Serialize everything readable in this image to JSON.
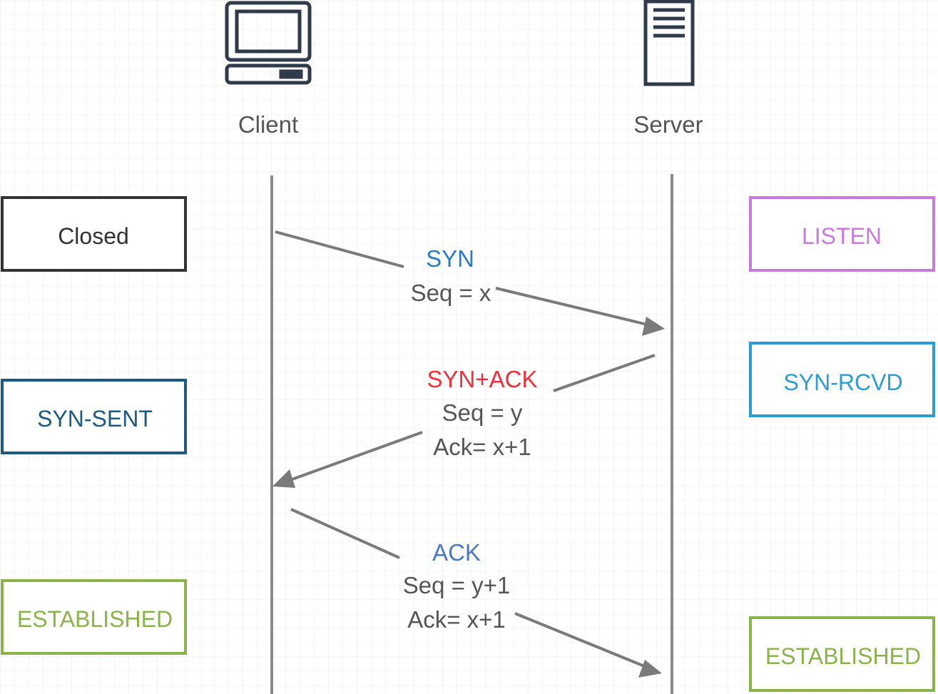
{
  "actors": {
    "client": {
      "label": "Client",
      "icon": "computer-icon"
    },
    "server": {
      "label": "Server",
      "icon": "server-icon"
    }
  },
  "states": {
    "client": [
      {
        "label": "Closed",
        "color": "#333333"
      },
      {
        "label": "SYN-SENT",
        "color": "#1d5a82"
      },
      {
        "label": "ESTABLISHED",
        "color": "#8ab44a"
      }
    ],
    "server": [
      {
        "label": "LISTEN",
        "color": "#c879dc"
      },
      {
        "label": "SYN-RCVD",
        "color": "#2a9ed0"
      },
      {
        "label": "ESTABLISHED",
        "color": "#8ab44a"
      }
    ]
  },
  "messages": [
    {
      "title": "SYN",
      "title_color": "#2a7cc2",
      "lines": [
        "Seq = x"
      ],
      "direction": "client-to-server"
    },
    {
      "title": "SYN+ACK",
      "title_color": "#f0303a",
      "lines": [
        "Seq = y",
        "Ack= x+1"
      ],
      "direction": "server-to-client"
    },
    {
      "title": "ACK",
      "title_color": "#4a78c4",
      "lines": [
        "Seq = y+1",
        "Ack= x+1"
      ],
      "direction": "client-to-server"
    }
  ],
  "colors": {
    "lifeline": "#8a8a8a",
    "arrow": "#7a7a7a",
    "icon_stroke": "#2f3b4a"
  }
}
